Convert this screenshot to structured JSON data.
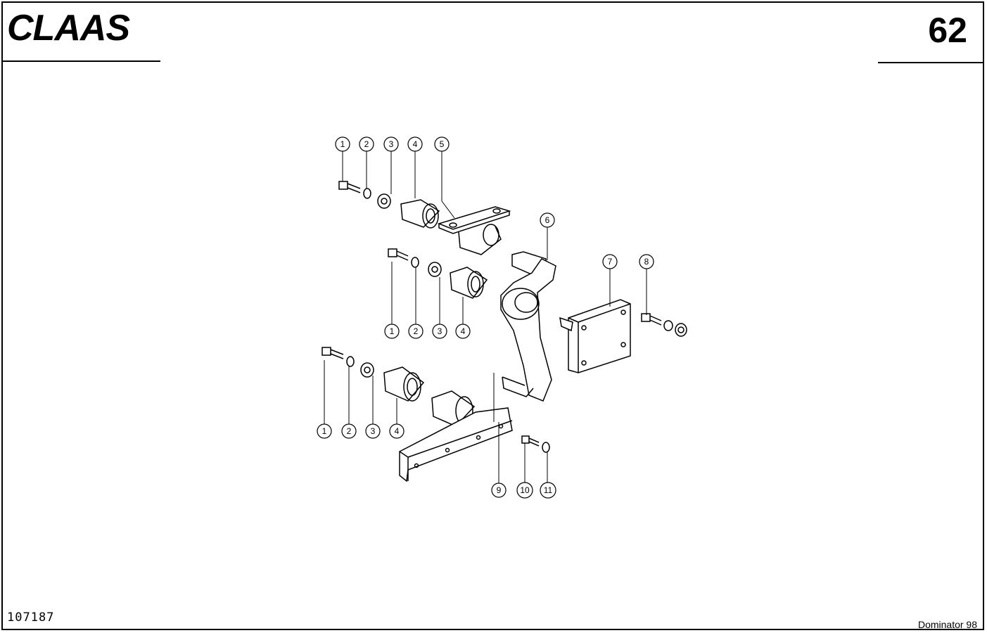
{
  "header": {
    "brand": "CLAAS",
    "page_number": "62"
  },
  "footer": {
    "drawing_number": "107187",
    "model": "Dominator 98"
  },
  "callouts": [
    {
      "label": "1"
    },
    {
      "label": "2"
    },
    {
      "label": "3"
    },
    {
      "label": "4"
    },
    {
      "label": "5"
    },
    {
      "label": "1"
    },
    {
      "label": "2"
    },
    {
      "label": "3"
    },
    {
      "label": "4"
    },
    {
      "label": "6"
    },
    {
      "label": "7"
    },
    {
      "label": "8"
    },
    {
      "label": "1"
    },
    {
      "label": "2"
    },
    {
      "label": "3"
    },
    {
      "label": "4"
    },
    {
      "label": "9"
    },
    {
      "label": "10"
    },
    {
      "label": "11"
    }
  ]
}
